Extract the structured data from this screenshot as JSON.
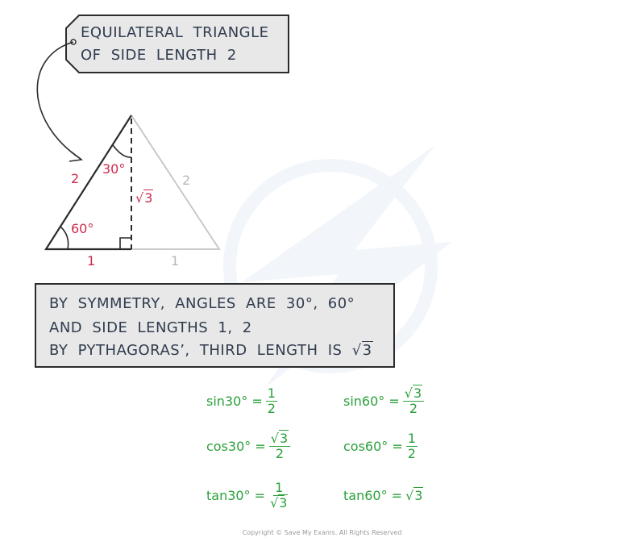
{
  "tag": {
    "line1": "EQUILATERAL TRIANGLE",
    "line2": "OF SIDE LENGTH 2"
  },
  "triangle": {
    "left_side": "2",
    "right_side": "2",
    "top_angle": "30°",
    "bottom_angle": "60°",
    "height_radicand": "3",
    "base_left": "1",
    "base_right": "1"
  },
  "info_box": {
    "line1": "BY SYMMETRY, ANGLES ARE 30°, 60°",
    "line2": "AND SIDE LENGTHS 1, 2",
    "line3_prefix": "BY PYTHAGORAS’, THIRD LENGTH IS",
    "line3_radicand": "3"
  },
  "formulas": {
    "sin30": {
      "lhs": "sin30° =",
      "num": "1",
      "den": "2"
    },
    "sin60": {
      "lhs": "sin60° =",
      "num_radicand": "3",
      "den": "2"
    },
    "cos30": {
      "lhs": "cos30° =",
      "num_radicand": "3",
      "den": "2"
    },
    "cos60": {
      "lhs": "cos60° =",
      "num": "1",
      "den": "2"
    },
    "tan30": {
      "lhs": "tan30° =",
      "num": "1",
      "den_radicand": "3"
    },
    "tan60": {
      "lhs": "tan60° =",
      "radicand": "3"
    }
  },
  "copyright": "Copyright © Save My Exams. All Rights Reserved",
  "colors": {
    "label_red": "#cc2a4c",
    "formula_green": "#2aa13a",
    "box_fill": "#e8e8e8",
    "faded_grey": "#b7b7b7"
  }
}
